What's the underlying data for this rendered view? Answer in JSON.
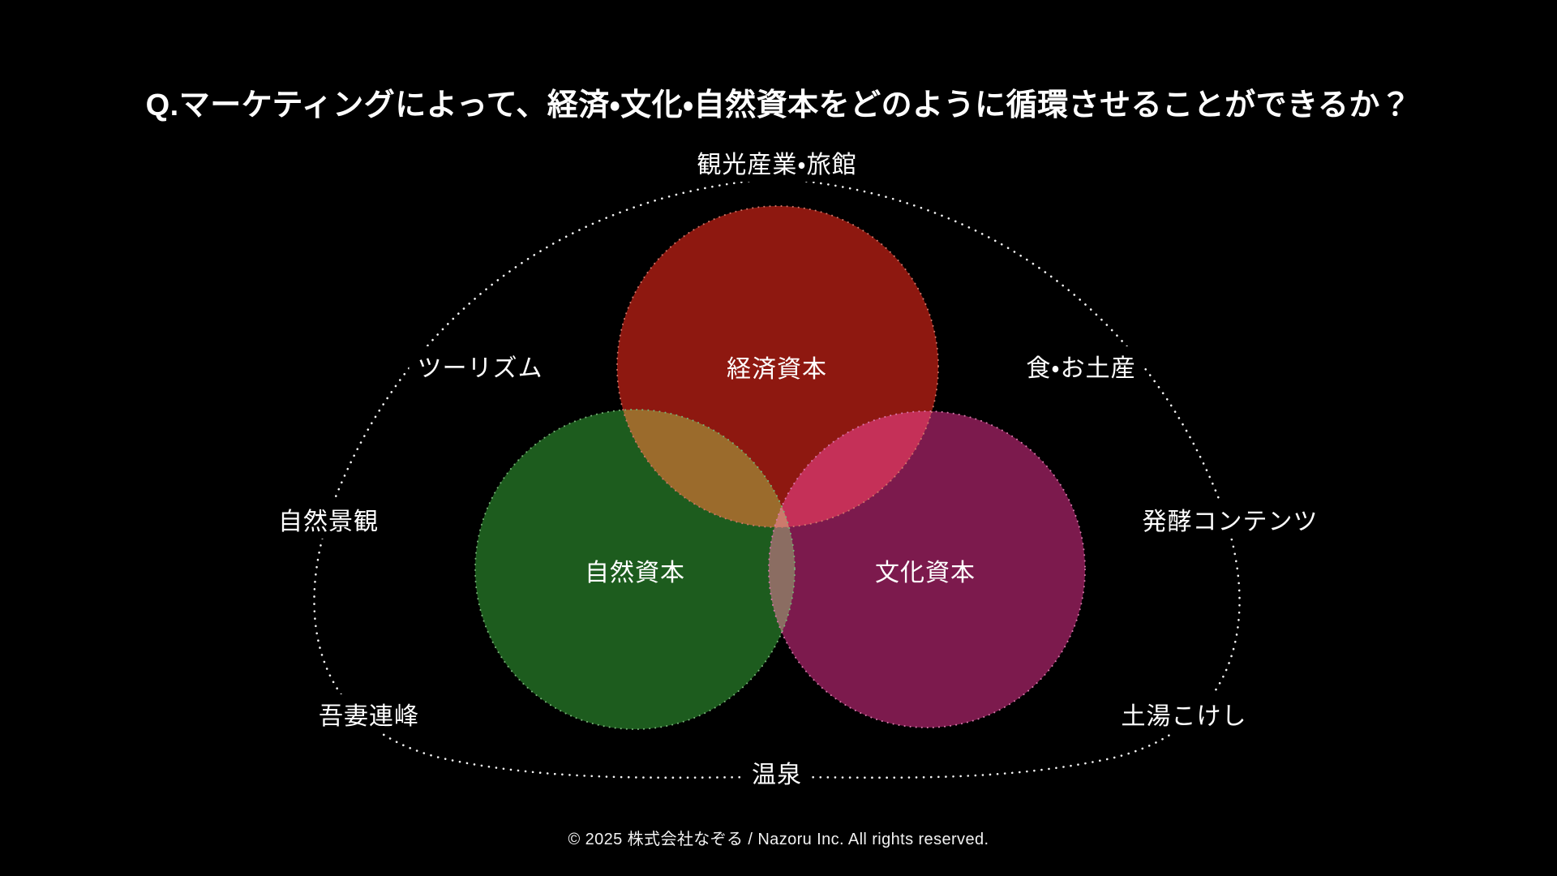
{
  "title": "Q.マーケティングによって、経済・文化・自然資本をどのように循環させることができるか？",
  "diagram": {
    "outline_color": "#f5f5f5",
    "circles": [
      {
        "id": "economic-capital",
        "label": "経済資本",
        "color": "#8e1810",
        "border_color": "#d0776a"
      },
      {
        "id": "natural-capital",
        "label": "自然資本",
        "color": "#1d5c1e",
        "border_color": "#78b478"
      },
      {
        "id": "cultural-capital",
        "label": "文化資本",
        "color": "#7c1a4d",
        "border_color": "#d678ab"
      }
    ],
    "outer_labels": [
      {
        "id": "tourism-industry",
        "text": "観光産業・旅館"
      },
      {
        "id": "tourism",
        "text": "ツーリズム"
      },
      {
        "id": "food-souvenirs",
        "text": "食・お土産"
      },
      {
        "id": "natural-scenery",
        "text": "自然景観"
      },
      {
        "id": "fermentation-content",
        "text": "発酵コンテンツ"
      },
      {
        "id": "azuma-mountains",
        "text": "吾妻連峰"
      },
      {
        "id": "tsuchiyu-kokeshi",
        "text": "土湯こけし"
      },
      {
        "id": "onsen",
        "text": "温泉"
      }
    ]
  },
  "footer": "© 2025 株式会社なぞる / Nazoru Inc. All rights reserved."
}
